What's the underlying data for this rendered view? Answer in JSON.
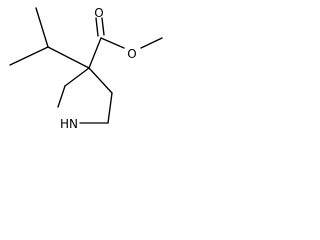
{
  "structure": {
    "atoms": {
      "oxygen_carbonyl": "O",
      "oxygen_ester": "O",
      "nitrogen": "HN"
    }
  }
}
